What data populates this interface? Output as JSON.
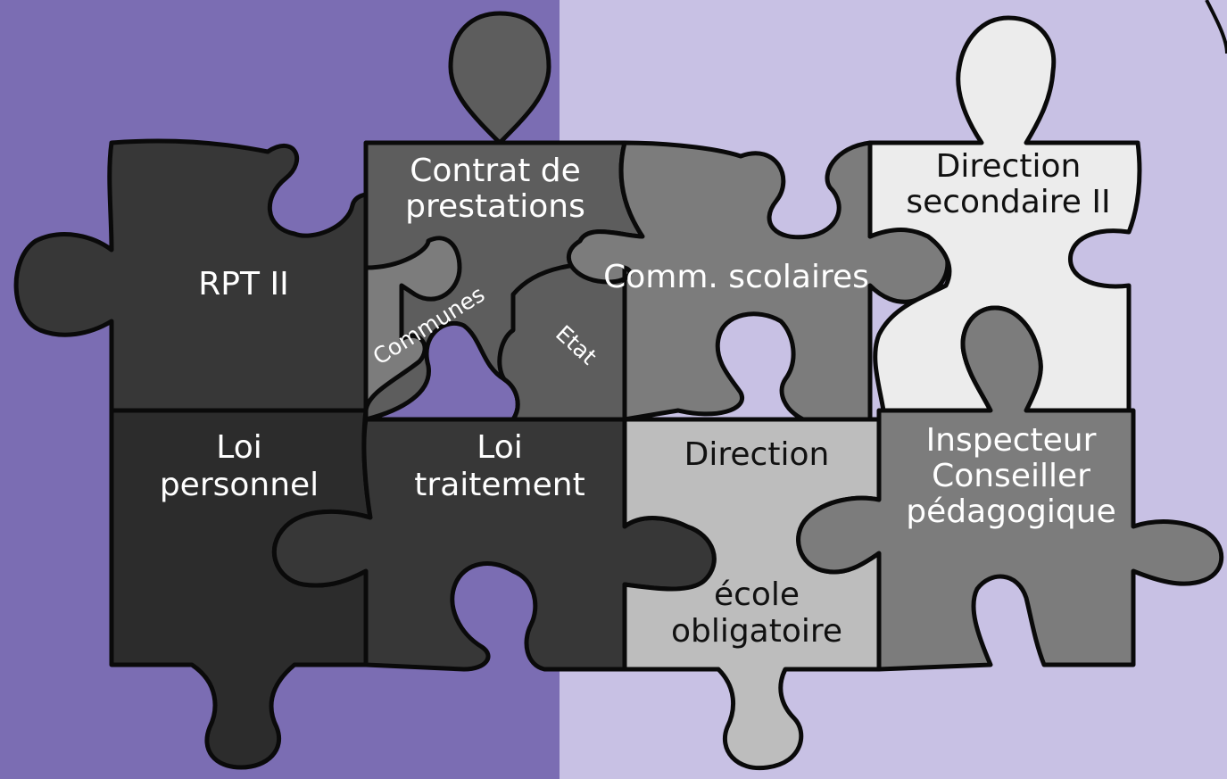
{
  "colors": {
    "background_left": "#7b6db3",
    "background_right": "#c8c1e4",
    "piece_darkest": "#2c2c2c",
    "piece_dark": "#373737",
    "piece_mid_dark": "#5d5d5d",
    "piece_mid": "#7c7c7c",
    "piece_light": "#bdbdbd",
    "piece_lightest": "#ececec",
    "outline": "#0a0a0a"
  },
  "pieces": {
    "rpt": {
      "label": "RPT II"
    },
    "contrat": {
      "line1": "Contrat de",
      "line2": "prestations"
    },
    "communes": {
      "label": "Communes"
    },
    "etat": {
      "label": "Etat"
    },
    "comm": {
      "label": "Comm. scolaires"
    },
    "direction_sec": {
      "line1": "Direction",
      "line2": "secondaire II"
    },
    "loi_personnel": {
      "line1": "Loi",
      "line2": "personnel"
    },
    "loi_traitement": {
      "line1": "Loi",
      "line2": "traitement"
    },
    "direction": {
      "line1": "Direction",
      "line2": "école",
      "line3": "obligatoire"
    },
    "inspecteur": {
      "line1": "Inspecteur",
      "line2": "Conseiller",
      "line3": "pédagogique"
    }
  }
}
